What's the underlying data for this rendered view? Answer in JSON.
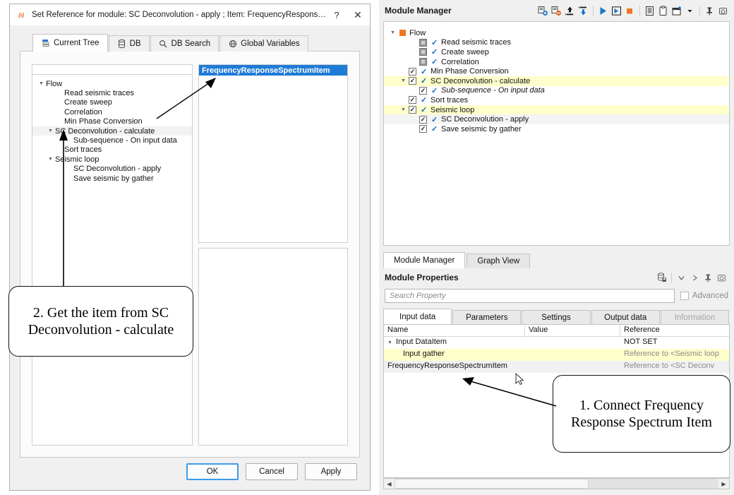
{
  "dialog": {
    "title": "Set Reference for module: SC Deconvolution - apply ; Item: FrequencyResponseSpectru...",
    "app_icon": "app-icon",
    "help_label": "?",
    "close_label": "✕",
    "tabs": [
      {
        "label": "Current Tree",
        "icon": "tree-icon",
        "active": true
      },
      {
        "label": "DB",
        "icon": "database-icon",
        "active": false
      },
      {
        "label": "DB Search",
        "icon": "search-icon",
        "active": false
      },
      {
        "label": "Global Variables",
        "icon": "globe-icon",
        "active": false
      }
    ],
    "tree": [
      {
        "label": "Flow",
        "indent": 0,
        "twisty": "down",
        "selected": false
      },
      {
        "label": "Read seismic traces",
        "indent": 2,
        "twisty": "",
        "selected": false
      },
      {
        "label": "Create sweep",
        "indent": 2,
        "twisty": "",
        "selected": false
      },
      {
        "label": "Correlation",
        "indent": 2,
        "twisty": "",
        "selected": false
      },
      {
        "label": "Min Phase Conversion",
        "indent": 2,
        "twisty": "",
        "selected": false
      },
      {
        "label": "SC Deconvolution - calculate",
        "indent": 1,
        "twisty": "down",
        "selected": true
      },
      {
        "label": "Sub-sequence - On input data",
        "indent": 3,
        "twisty": "",
        "selected": false
      },
      {
        "label": "Sort traces",
        "indent": 2,
        "twisty": "",
        "selected": false
      },
      {
        "label": "Seismic loop",
        "indent": 1,
        "twisty": "down",
        "selected": false
      },
      {
        "label": "SC Deconvolution - apply",
        "indent": 3,
        "twisty": "",
        "selected": false
      },
      {
        "label": "Save seismic by gather",
        "indent": 3,
        "twisty": "",
        "selected": false
      }
    ],
    "item_list": [
      {
        "label": "FrequencyResponseSpectrumItem",
        "selected": true
      }
    ],
    "buttons": {
      "ok": "OK",
      "cancel": "Cancel",
      "apply": "Apply"
    }
  },
  "module_manager": {
    "title": "Module Manager",
    "toolbar": [
      "add-module-icon",
      "remove-module-icon",
      "move-up-icon",
      "move-down-icon",
      "run-icon",
      "step-icon",
      "stop-icon",
      "list-icon",
      "clipboard-icon",
      "window-icon",
      "chevron-down-icon",
      "pin-icon",
      "restore-icon"
    ],
    "tree": [
      {
        "label": "Flow",
        "indent": 0,
        "twisty": "down",
        "checkbox": "none",
        "rootsquare": true,
        "blue_check": false,
        "highlight": false,
        "italic": false
      },
      {
        "label": "Read seismic traces",
        "indent": 2,
        "twisty": "",
        "checkbox": "disabled",
        "rootsquare": false,
        "blue_check": true,
        "highlight": false,
        "italic": false
      },
      {
        "label": "Create sweep",
        "indent": 2,
        "twisty": "",
        "checkbox": "disabled",
        "rootsquare": false,
        "blue_check": true,
        "highlight": false,
        "italic": false
      },
      {
        "label": "Correlation",
        "indent": 2,
        "twisty": "",
        "checkbox": "disabled",
        "rootsquare": false,
        "blue_check": true,
        "highlight": false,
        "italic": false
      },
      {
        "label": "Min Phase Conversion",
        "indent": 1,
        "twisty": "",
        "checkbox": "checked",
        "rootsquare": false,
        "blue_check": true,
        "highlight": false,
        "italic": false
      },
      {
        "label": "SC Deconvolution - calculate",
        "indent": 1,
        "twisty": "down",
        "checkbox": "checked",
        "rootsquare": false,
        "blue_check": true,
        "highlight": true,
        "italic": false
      },
      {
        "label": "Sub-sequence - On input data",
        "indent": 2,
        "twisty": "",
        "checkbox": "checked",
        "rootsquare": false,
        "blue_check": true,
        "highlight": false,
        "italic": true
      },
      {
        "label": "Sort traces",
        "indent": 1,
        "twisty": "",
        "checkbox": "checked",
        "rootsquare": false,
        "blue_check": true,
        "highlight": false,
        "italic": false
      },
      {
        "label": "Seismic loop",
        "indent": 1,
        "twisty": "down",
        "checkbox": "checked",
        "rootsquare": false,
        "blue_check": true,
        "highlight": true,
        "italic": false
      },
      {
        "label": "SC Deconvolution - apply",
        "indent": 2,
        "twisty": "",
        "checkbox": "checked",
        "rootsquare": false,
        "blue_check": true,
        "highlight": false,
        "italic": false,
        "grey": true
      },
      {
        "label": "Save seismic by gather",
        "indent": 2,
        "twisty": "",
        "checkbox": "checked",
        "rootsquare": false,
        "blue_check": true,
        "highlight": false,
        "italic": false
      }
    ],
    "bottom_tabs": [
      {
        "label": "Module Manager",
        "active": true
      },
      {
        "label": "Graph View",
        "active": false
      }
    ]
  },
  "module_properties": {
    "title": "Module Properties",
    "toolbar": [
      "database-save-icon",
      "chevron-down-icon",
      "chevron-right-icon",
      "pin-icon",
      "restore-icon"
    ],
    "search_placeholder": "Search Property",
    "advanced_label": "Advanced",
    "tabs": [
      {
        "label": "Input data",
        "active": true,
        "disabled": false
      },
      {
        "label": "Parameters",
        "active": false,
        "disabled": false
      },
      {
        "label": "Settings",
        "active": false,
        "disabled": false
      },
      {
        "label": "Output data",
        "active": false,
        "disabled": false
      },
      {
        "label": "Information",
        "active": false,
        "disabled": true
      }
    ],
    "columns": [
      "Name",
      "Value",
      "Reference"
    ],
    "rows": [
      {
        "name": "Input DataItem",
        "value": "",
        "reference": "NOT SET",
        "indent": 0,
        "twisty": "down",
        "highlight": false,
        "grey": false,
        "ref_grey": false
      },
      {
        "name": "Input gather",
        "value": "",
        "reference": "Reference to <Seismic loop",
        "indent": 1,
        "twisty": "",
        "highlight": true,
        "grey": false,
        "ref_grey": true
      },
      {
        "name": "FrequencyResponseSpectrumItem",
        "value": "",
        "reference": "Reference to <SC Deconv",
        "indent": 0,
        "twisty": "",
        "highlight": false,
        "grey": true,
        "ref_grey": true
      }
    ],
    "scrollbar": {
      "left_arrow": "◀",
      "right_arrow": "▶"
    }
  },
  "annotations": [
    {
      "id": "callout-1",
      "text": "1.  Connect Frequency Response Spectrum Item"
    },
    {
      "id": "callout-2",
      "text": "2. Get the item from SC Deconvolution - calculate"
    }
  ]
}
